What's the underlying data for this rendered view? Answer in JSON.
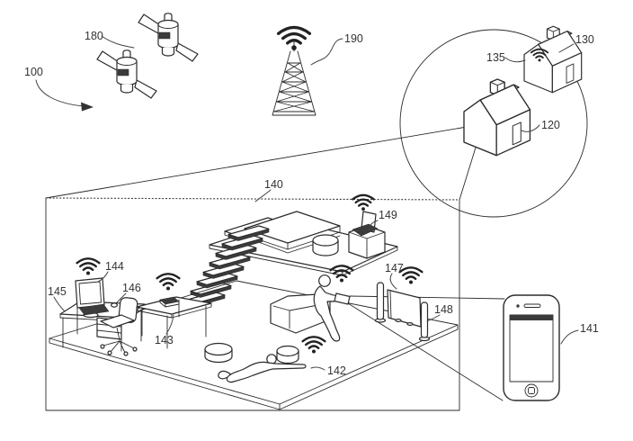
{
  "figure": {
    "kind": "patent-home-wireless-network-diagram",
    "background": "#ffffff",
    "ink_color": "#2b2b2b",
    "dark_fill_color": "#3b3b3b"
  },
  "labels": {
    "n100": "100",
    "n120": "120",
    "n130": "130",
    "n135": "135",
    "n140": "140",
    "n141": "141",
    "n142": "142",
    "n143": "143",
    "n144": "144",
    "n145": "145",
    "n146": "146",
    "n147": "147",
    "n148": "148",
    "n149": "149",
    "n180": "180",
    "n190": "190"
  },
  "icons": {
    "wifi": "wifi-icon",
    "satellite": "satellite-icon",
    "cell_tower": "cell-tower-icon",
    "house": "house-icon",
    "smartphone": "smartphone-icon"
  }
}
